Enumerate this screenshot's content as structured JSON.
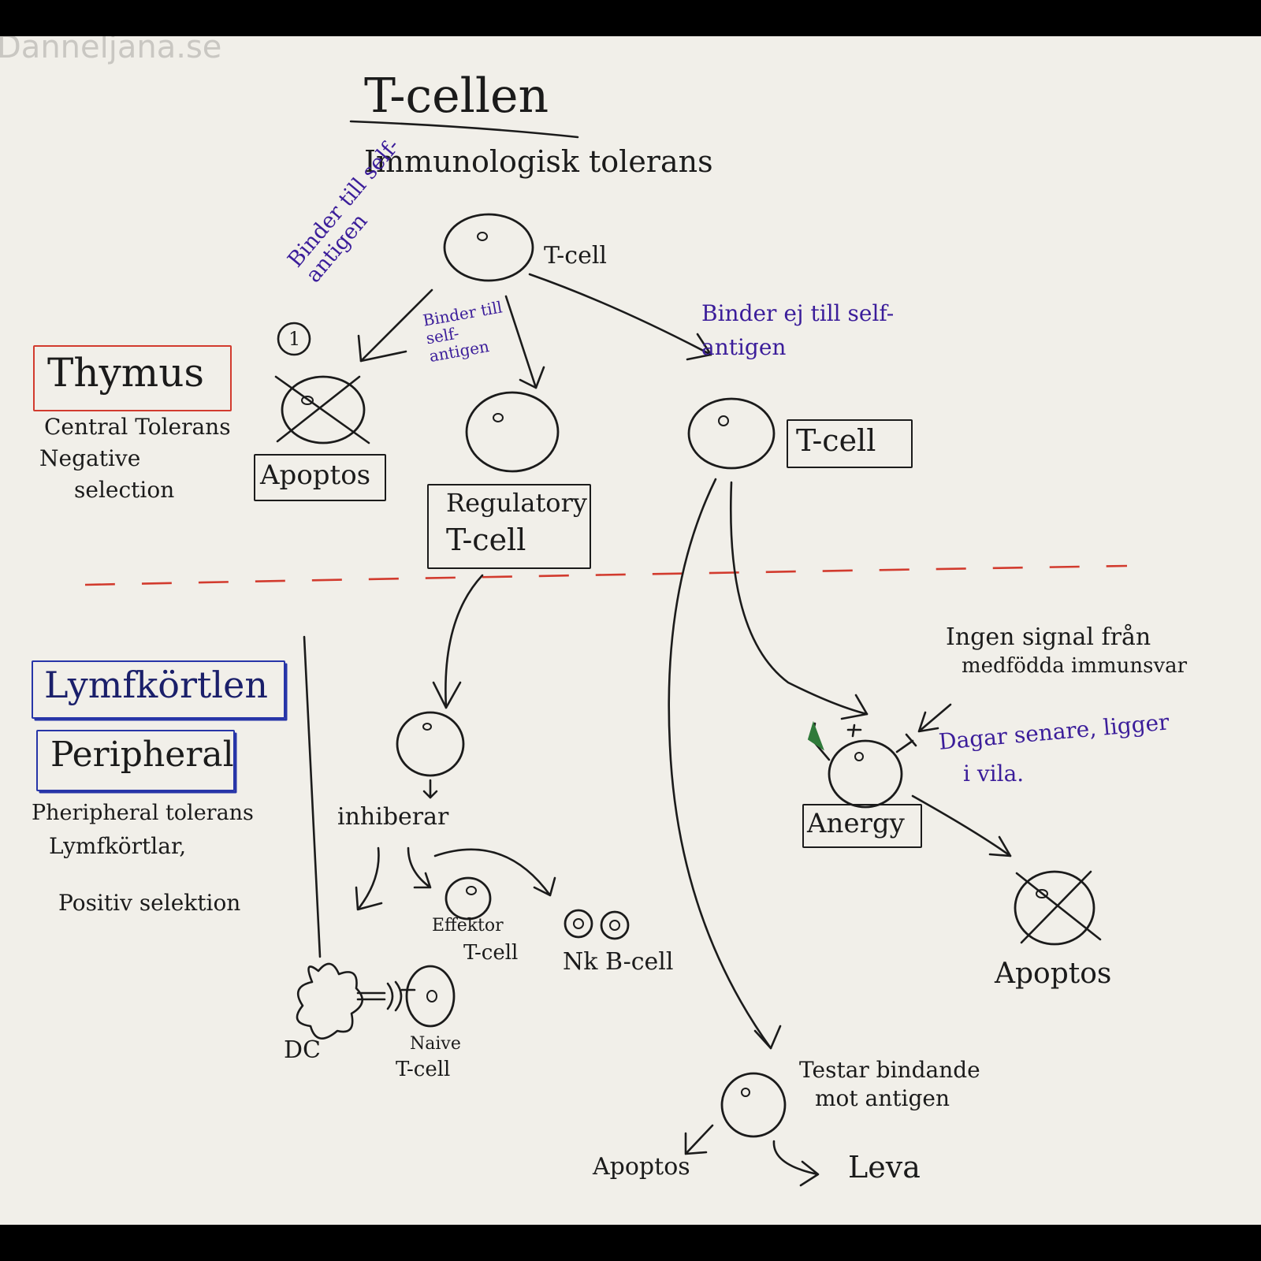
{
  "watermark": "Danneljana.se",
  "title": "T-cellen",
  "subtitle": "Immunologisk tolerans",
  "top_cell_label": "T-cell",
  "step_marker": "1",
  "branches": {
    "left": "Binder till self-antigen",
    "middle": "Binder till self-antigen",
    "right": "Binder ej till self-antigen"
  },
  "thymus": {
    "box_label": "Thymus",
    "notes": [
      "Central Tolerans",
      "Negative",
      "selection"
    ]
  },
  "apoptos_box": "Apoptos",
  "regulatory_box": [
    "Regulatory",
    "T-cell"
  ],
  "right_tcell_box": "T-cell",
  "lymph": {
    "box_label": "Lymfkörtlen",
    "peripheral_box": "Peripheral",
    "notes": [
      "Pheripheral tolerans",
      "Lymfkörtlar,",
      "Positiv selektion"
    ]
  },
  "inhibit_label": "inhiberar",
  "effector_label": [
    "Effektor",
    "T-cell"
  ],
  "nk_label": "Nk B-cell",
  "dc_label": "DC",
  "naive_label": [
    "Naive",
    "T-cell"
  ],
  "no_signal_note": [
    "Ingen signal från",
    "medfödda immunsvar"
  ],
  "later_note": [
    "Dagar senare, ligger",
    "i vila."
  ],
  "anergy_box": "Anergy",
  "apoptos_right": "Apoptos",
  "test_note": [
    "Testar bindande",
    "mot antigen"
  ],
  "bottom_apoptos": "Apoptos",
  "bottom_leva": "Leva",
  "colors": {
    "paper": "#f1efe9",
    "ink": "#1b1b1b",
    "red": "#d23b2e",
    "blue": "#2735a8",
    "purple": "#3b1d9a",
    "green": "#2f7a3a"
  }
}
